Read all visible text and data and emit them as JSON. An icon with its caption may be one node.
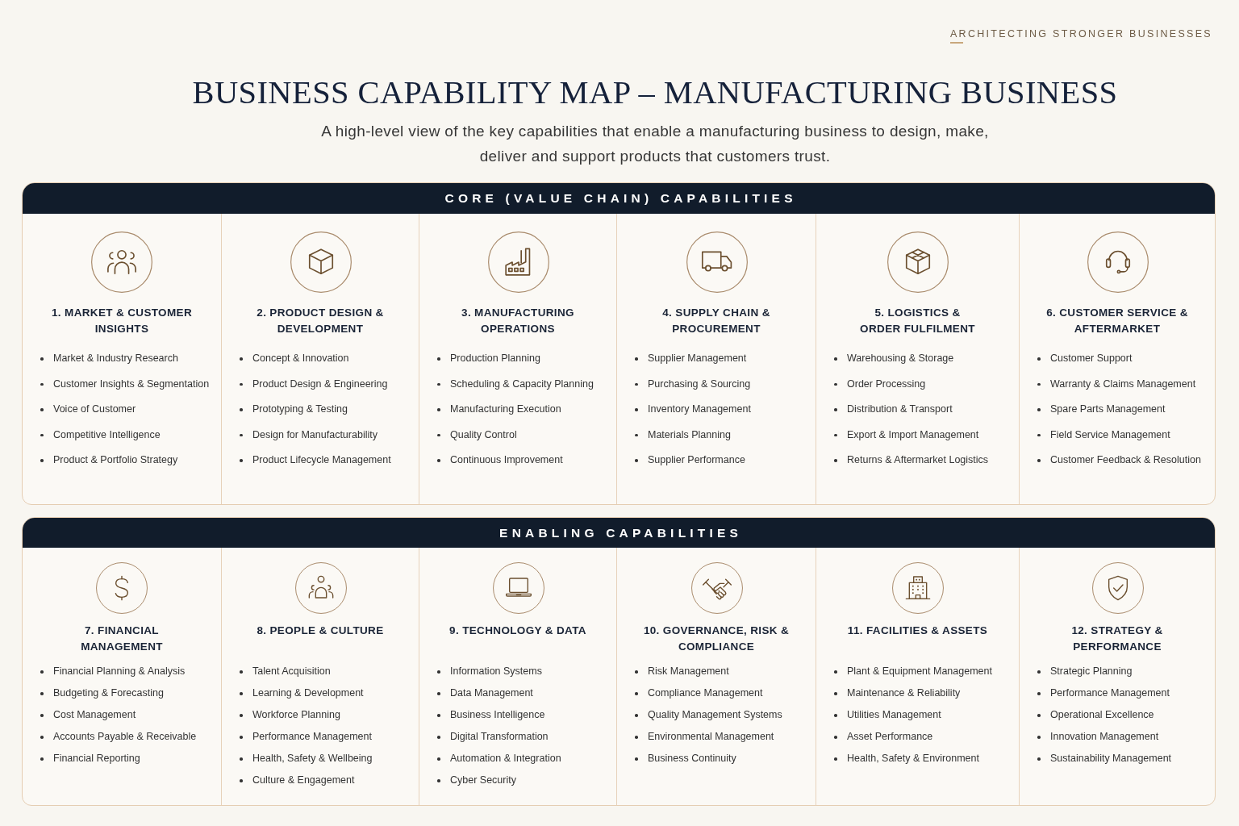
{
  "diagram": {
    "title": "BUSINESS CAPABILITY MAP – MANUFACTURING BUSINESS",
    "nodes": [
      {
        "text": [
          "CORE (VALUE CHAIN) CAPABILITIES"
        ]
      },
      {
        "text": [
          "1. MARKET & CUSTOMER INSIGHTS",
          "Market & Industry Research",
          "Customer Insights & Segmentation",
          "Voice of Customer",
          "Competitive Intelligence",
          "Product & Portfolio Strategy"
        ],
        "in": 0
      },
      {
        "text": [
          "2. PRODUCT DESIGN & DEVELOPMENT",
          "Concept & Innovation",
          "Product Design & Engineering",
          "Prototyping & Testing",
          "Design for Manufacturability",
          "Product Lifecycle Management"
        ],
        "in": 0
      },
      {
        "text": [
          "3. MANUFACTURING OPERATIONS",
          "Production Planning",
          "Scheduling & Capacity Planning",
          "Manufacturing Execution",
          "Quality Control",
          "Continuous Improvement"
        ],
        "in": 0
      },
      {
        "text": [
          "4. SUPPLY CHAIN & PROCUREMENT",
          "Supplier Management",
          "Purchasing & Sourcing",
          "Inventory Management",
          "Materials Planning",
          "Supplier Performance"
        ],
        "in": 0
      },
      {
        "text": [
          "5. LOGISTICS & ORDER FULFILMENT",
          "Warehousing & Storage",
          "Order Processing",
          "Distribution & Transport",
          "Export & Import Management",
          "Returns & Aftermarket Logistics"
        ],
        "in": 0
      },
      {
        "text": [
          "6. CUSTOMER SERVICE & AFTERMARKET",
          "Customer Support",
          "Warranty & Claims Management",
          "Spare Parts Management",
          "Field Service Management",
          "Customer Feedback & Resolution"
        ],
        "in": 0
      },
      {
        "text": [
          "ENABLING CAPABILITIES"
        ]
      },
      {
        "text": [
          "7. FINANCIAL MANAGEMENT",
          "Financial Planning & Analysis",
          "Budgeting & Forecasting",
          "Cost Management",
          "Accounts Payable & Receivable",
          "Financial Reporting"
        ],
        "in": 7
      },
      {
        "text": [
          "8. PEOPLE & CULTURE",
          "Talent Acquisition",
          "Learning & Development",
          "Workforce Planning",
          "Performance Management",
          "Health, Safety & Wellbeing",
          "Culture & Engagement"
        ],
        "in": 7
      },
      {
        "text": [
          "9. TECHNOLOGY & DATA",
          "Information Systems",
          "Data Management",
          "Business Intelligence",
          "Digital Transformation",
          "Automation & Integration",
          "Cyber Security"
        ],
        "in": 7
      },
      {
        "text": [
          "10. GOVERNANCE, RISK & COMPLIANCE",
          "Risk Management",
          "Compliance Management",
          "Quality Management Systems",
          "Environmental Management",
          "Business Continuity"
        ],
        "in": 7
      },
      {
        "text": [
          "11. FACILITIES & ASSETS",
          "Plant & Equipment Management",
          "Maintenance & Reliability",
          "Utilities Management",
          "Asset Performance",
          "Health, Safety & Environment"
        ],
        "in": 7
      },
      {
        "text": [
          "12. STRATEGY & PERFORMANCE",
          "Strategic Planning",
          "Performance Management",
          "Operational Excellence",
          "Innovation Management",
          "Sustainability Management"
        ],
        "in": 7
      }
    ],
    "labels": [
      "ARCHITECTING STRONGER BUSINESSES",
      "A high-level view of the key capabilities that enable a manufacturing business to design, make, deliver and support products that customers trust."
    ]
  }
}
